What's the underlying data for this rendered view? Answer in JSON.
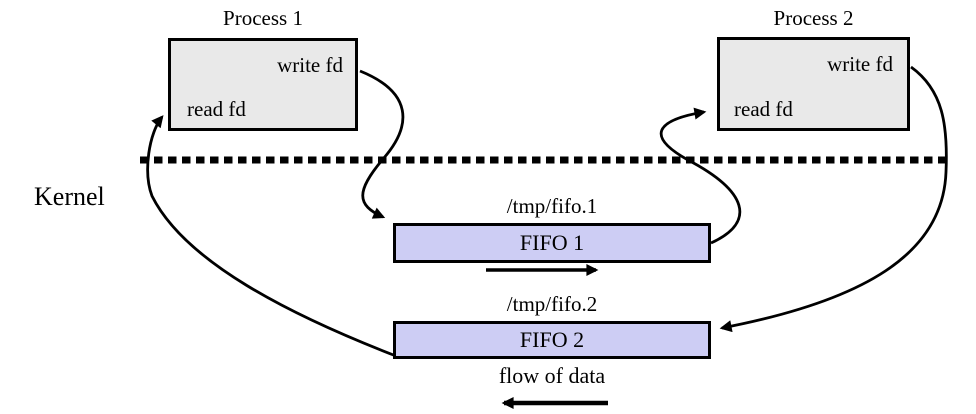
{
  "kernel_label": "Kernel",
  "process1": {
    "title": "Process 1",
    "write_fd_label": "write fd",
    "read_fd_label": "read fd"
  },
  "process2": {
    "title": "Process 2",
    "write_fd_label": "write fd",
    "read_fd_label": "read fd"
  },
  "fifo1": {
    "path_label": "/tmp/fifo.1",
    "name": "FIFO 1"
  },
  "fifo2": {
    "path_label": "/tmp/fifo.2",
    "name": "FIFO 2"
  },
  "flow_label": "flow of data",
  "colors": {
    "process_fill": "#e9e9e9",
    "fifo_fill": "#cdcdf4",
    "line": "#000000",
    "background": "#ffffff"
  }
}
